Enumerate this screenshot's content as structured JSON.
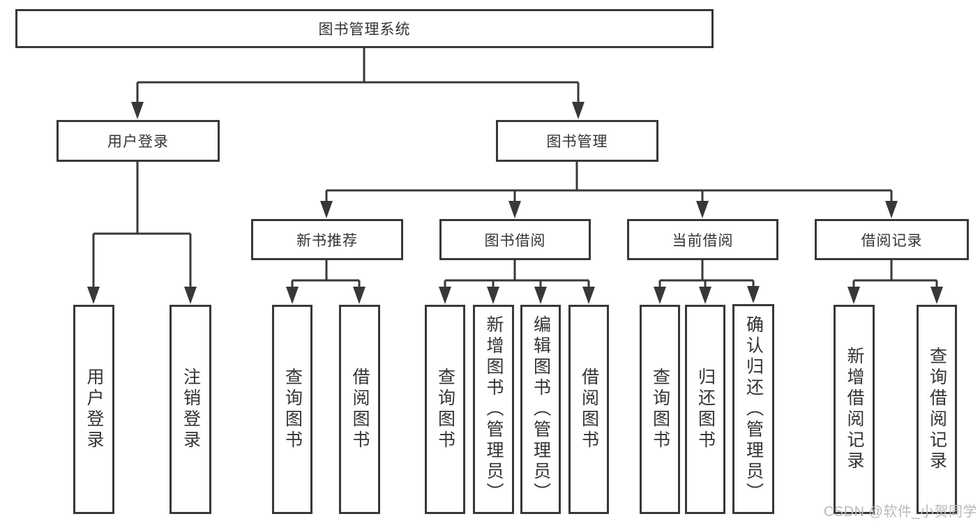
{
  "diagram": {
    "root": {
      "label": "图书管理系统"
    },
    "user_login": {
      "label": "用户登录",
      "leaves": [
        "用户登录",
        "注销登录"
      ]
    },
    "book_management": {
      "label": "图书管理",
      "sections": [
        {
          "label": "新书推荐",
          "leaves": [
            "查询图书",
            "借阅图书"
          ]
        },
        {
          "label": "图书借阅",
          "leaves": [
            "查询图书",
            "新增图书（管理员）",
            "编辑图书（管理员）",
            "借阅图书"
          ]
        },
        {
          "label": "当前借阅",
          "leaves": [
            "查询图书",
            "归还图书",
            "确认归还（管理员）"
          ]
        },
        {
          "label": "借阅记录",
          "leaves": [
            "新增借阅记录",
            "查询借阅记录"
          ]
        }
      ]
    }
  },
  "watermark": {
    "text": "CSDN @软件_小贺同学"
  },
  "colors": {
    "line": "#383838",
    "box_border": "#383838",
    "text": "#333333",
    "watermark": "#b9b9b9",
    "background": "#ffffff"
  }
}
